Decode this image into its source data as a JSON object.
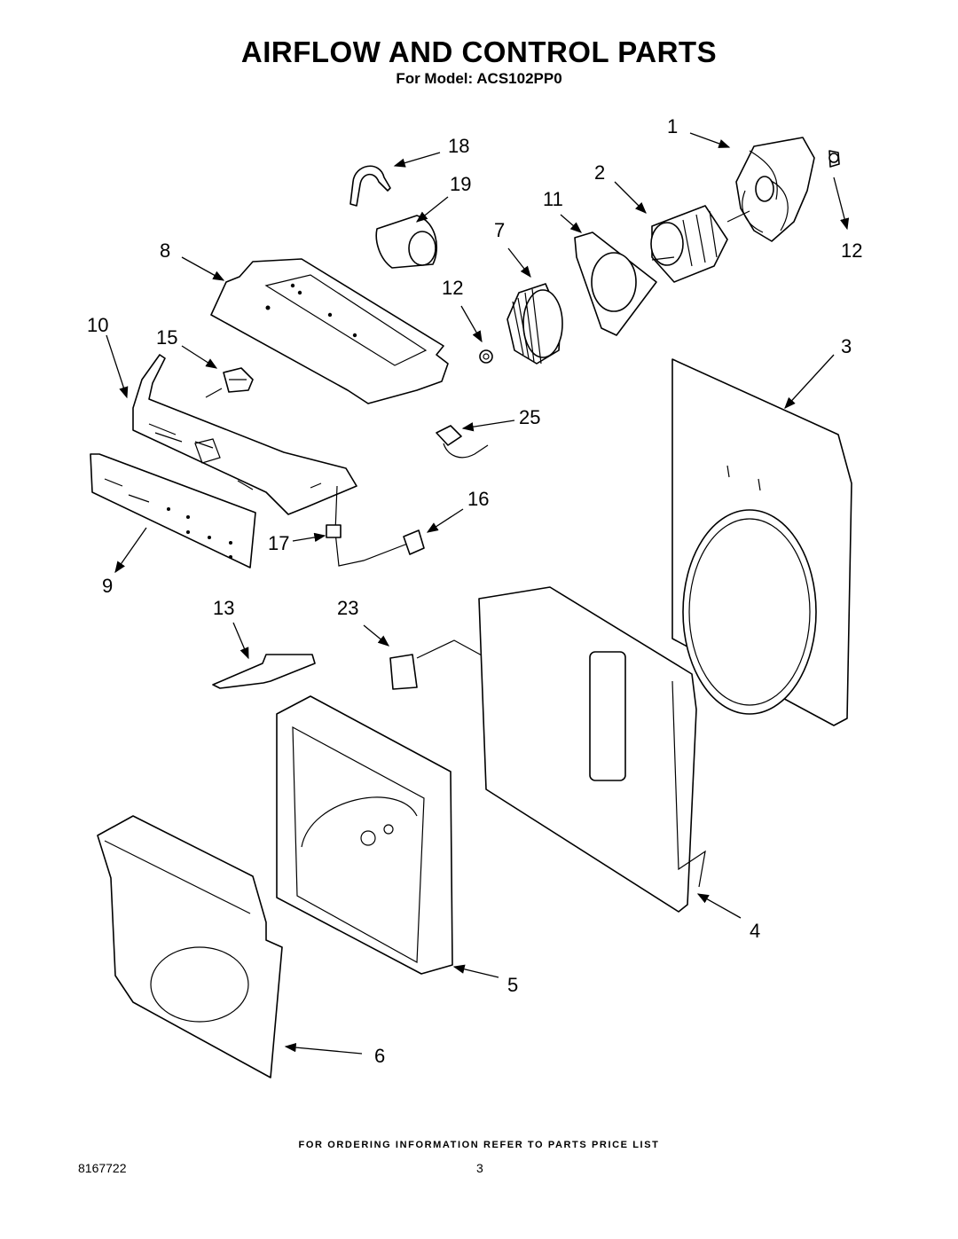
{
  "header": {
    "title": "AIRFLOW AND CONTROL PARTS",
    "subtitle": "For Model: ACS102PP0"
  },
  "callouts": [
    {
      "id": "c1",
      "label": "1"
    },
    {
      "id": "c2",
      "label": "2"
    },
    {
      "id": "c3",
      "label": "3"
    },
    {
      "id": "c4",
      "label": "4"
    },
    {
      "id": "c5",
      "label": "5"
    },
    {
      "id": "c6",
      "label": "6"
    },
    {
      "id": "c7",
      "label": "7"
    },
    {
      "id": "c8",
      "label": "8"
    },
    {
      "id": "c9",
      "label": "9"
    },
    {
      "id": "c10",
      "label": "10"
    },
    {
      "id": "c11",
      "label": "11"
    },
    {
      "id": "c12a",
      "label": "12"
    },
    {
      "id": "c12b",
      "label": "12"
    },
    {
      "id": "c13",
      "label": "13"
    },
    {
      "id": "c15",
      "label": "15"
    },
    {
      "id": "c16",
      "label": "16"
    },
    {
      "id": "c17",
      "label": "17"
    },
    {
      "id": "c18",
      "label": "18"
    },
    {
      "id": "c19",
      "label": "19"
    },
    {
      "id": "c23",
      "label": "23"
    },
    {
      "id": "c25",
      "label": "25"
    }
  ],
  "footer": {
    "note": "FOR ORDERING INFORMATION REFER TO PARTS PRICE LIST",
    "doc_number": "8167722",
    "page_number": "3"
  }
}
